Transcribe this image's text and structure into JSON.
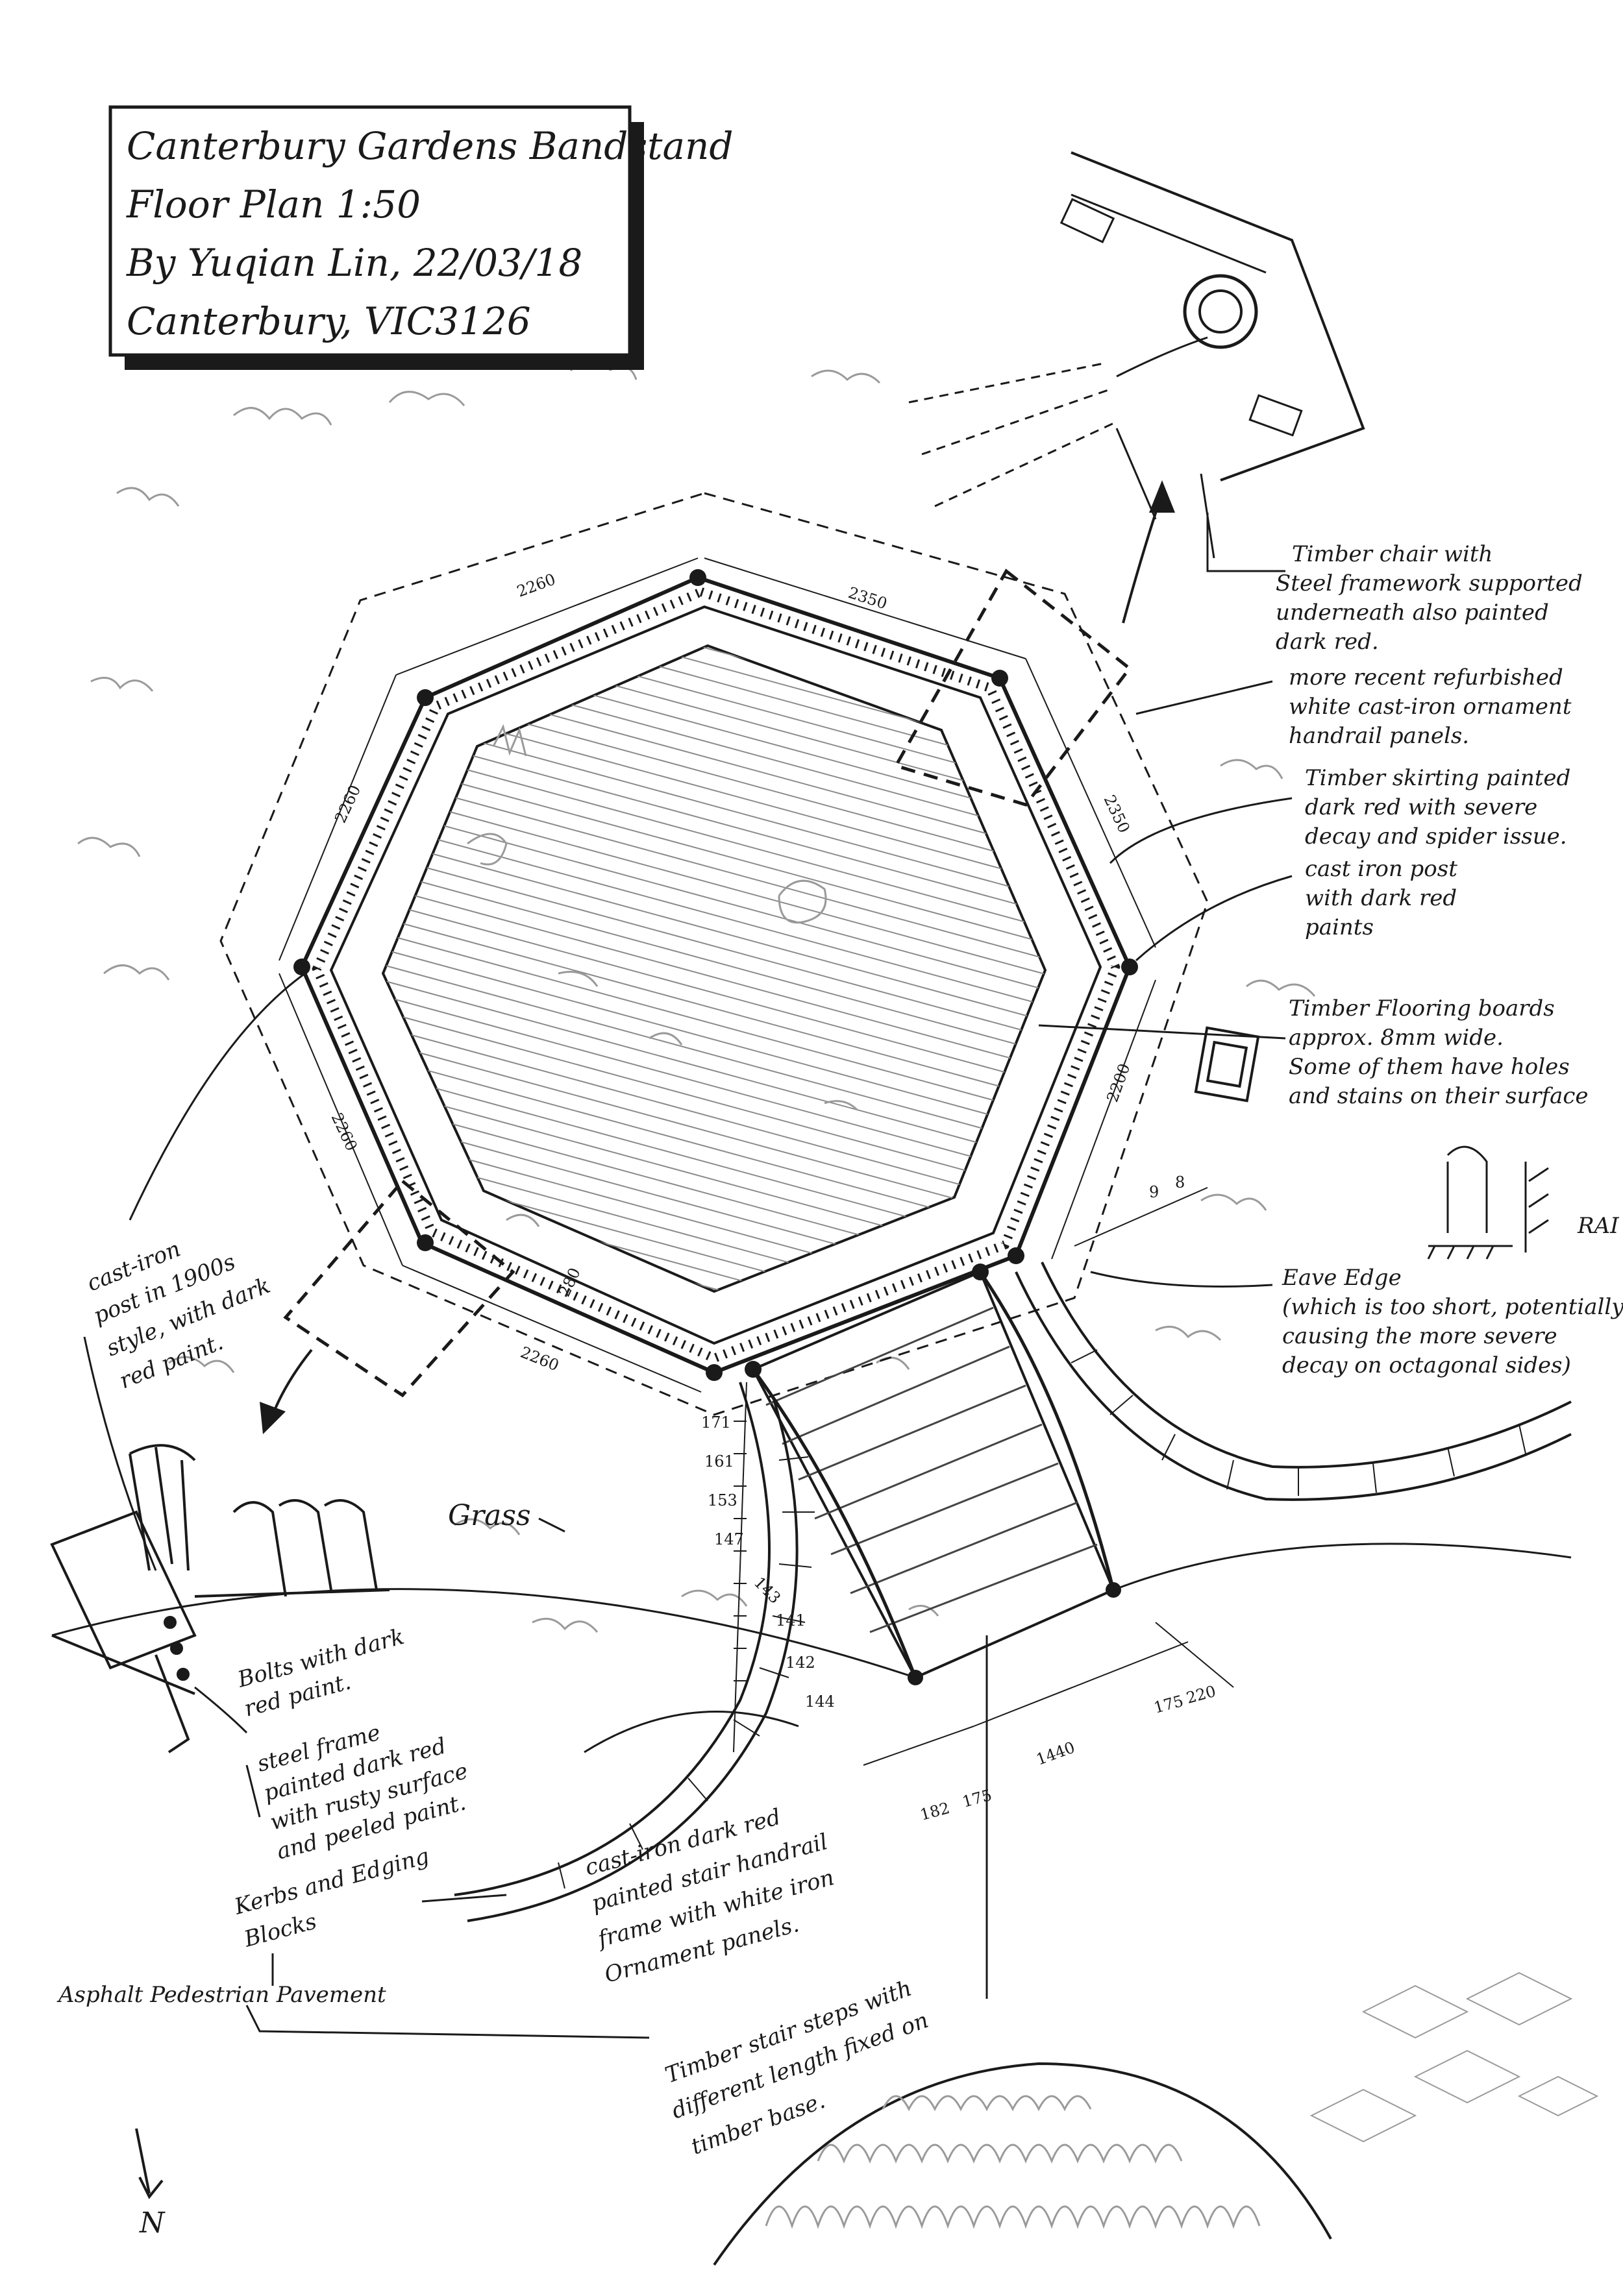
{
  "title_block": {
    "lines": [
      "Canterbury Gardens Bandstand",
      "Floor Plan 1:50",
      "By Yuqian Lin, 22/03/18",
      "Canterbury, VIC3126"
    ]
  },
  "annotations": {
    "chair": [
      "Timber chair with",
      "Steel framework supported",
      "underneath also painted",
      "dark red."
    ],
    "handrail": [
      "more recent refurbished",
      "white cast-iron ornament",
      "handrail panels."
    ],
    "skirting": [
      "Timber skirting painted",
      "dark red with severe",
      "decay and spider issue."
    ],
    "post_right": [
      "cast iron post",
      "with dark red",
      "paints"
    ],
    "flooring": [
      "Timber Flooring boards",
      "approx. 8mm wide.",
      "Some of them have holes",
      "and stains on their surface"
    ],
    "rain": "RAI",
    "eave": [
      "Eave Edge",
      "(which is too short, potentially",
      "causing the more severe",
      "decay on octagonal sides)"
    ],
    "post_left": [
      "cast-iron",
      "post in 1900s",
      "style, with dark",
      "red paint."
    ],
    "grass": "Grass",
    "bolts": [
      "Bolts with dark",
      "red paint."
    ],
    "steel_frame": [
      "steel frame",
      "painted dark red",
      "with rusty surface",
      "and peeled paint."
    ],
    "kerbs": [
      "Kerbs and Edging",
      "Blocks"
    ],
    "stair_handrail": [
      "cast-iron dark red",
      "painted stair handrail",
      "frame with white iron",
      "Ornament panels."
    ],
    "pavement": "Asphalt Pedestrian Pavement",
    "steps": [
      "Timber stair steps with",
      "different length fixed on",
      "timber base."
    ],
    "north": "N"
  },
  "dimensions": {
    "top_left": "2260",
    "top_right": "2350",
    "right_upper": "2350",
    "right_lower": "2200",
    "left_upper": "2260",
    "left_lower": "2260",
    "bottom_left": "2260",
    "skirting_width": "280",
    "stair_right_a": "9",
    "stair_right_b": "8",
    "steps": [
      "171",
      "161",
      "153",
      "147",
      "143",
      "141",
      "142",
      "144"
    ],
    "stair_bottom_a": "182",
    "stair_bottom_b": "175",
    "stair_width": "1440",
    "handrail_a": "175",
    "handrail_b": "220"
  }
}
